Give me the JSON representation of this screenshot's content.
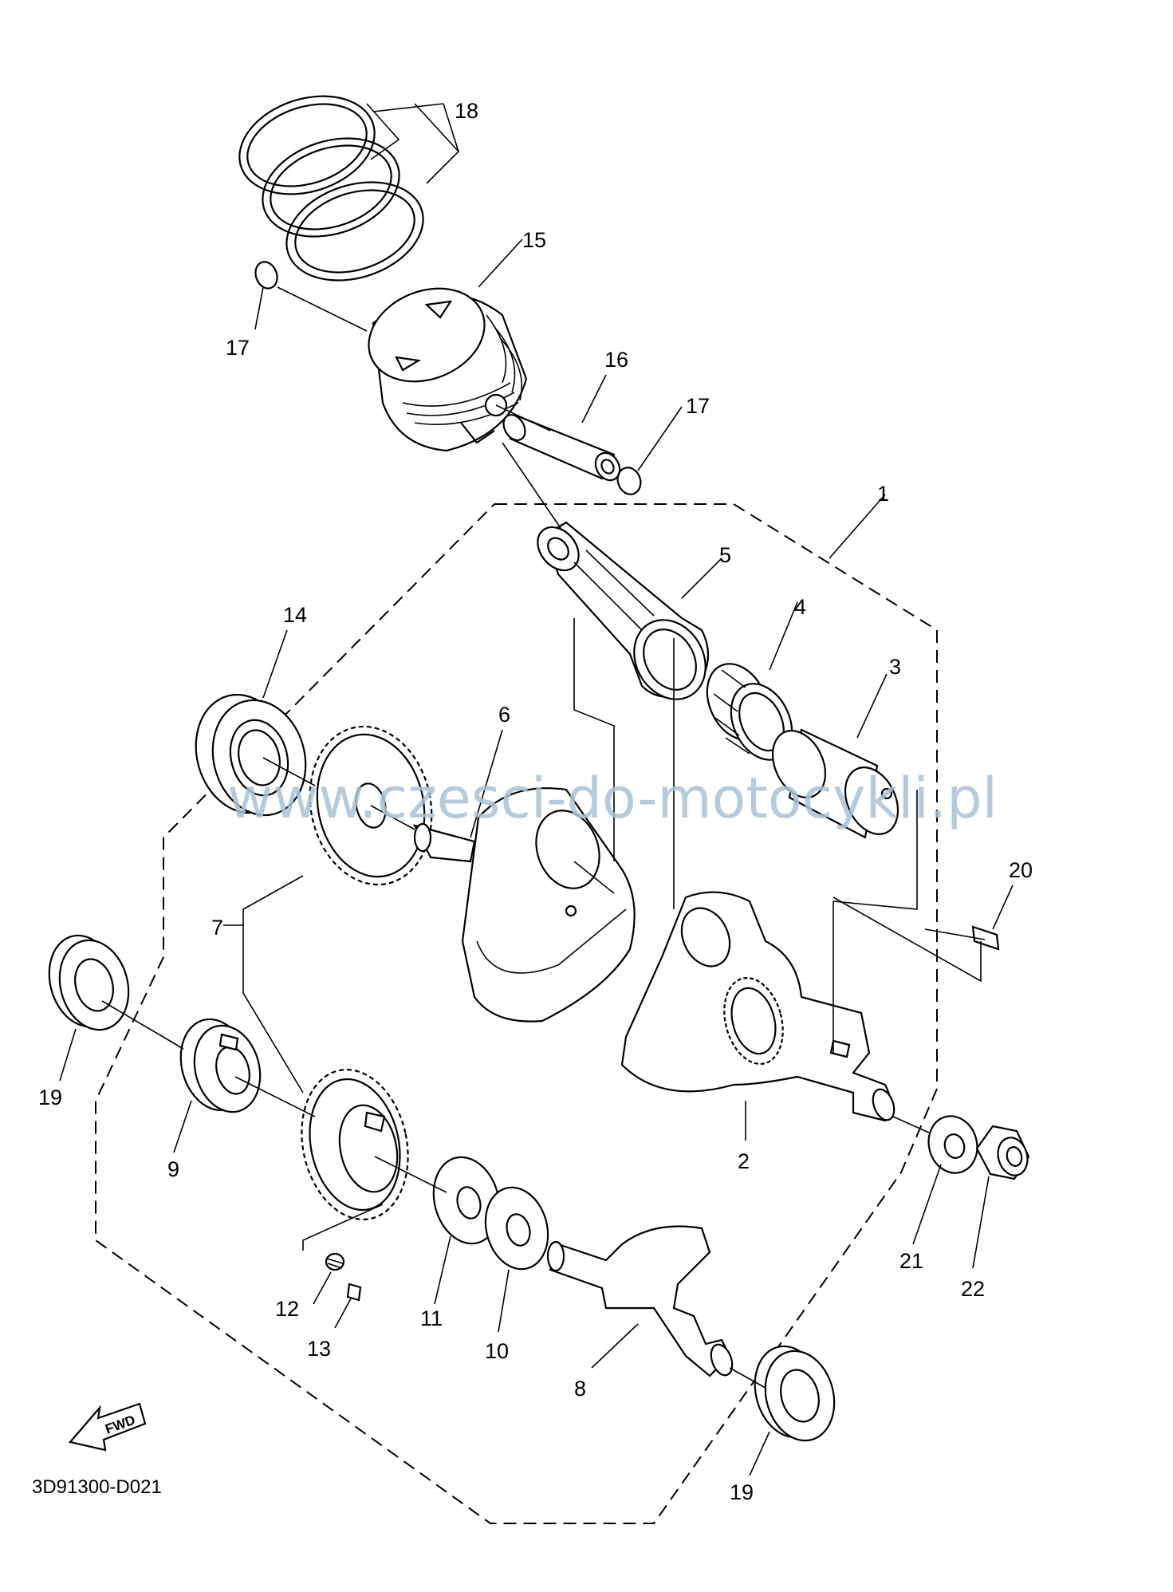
{
  "diagram": {
    "diagram_code": "3D91300-D021",
    "watermark": "www.czesci-do-motocykli.pl",
    "fwd_label": "FWD",
    "callouts": [
      {
        "id": "1",
        "text": "1"
      },
      {
        "id": "2",
        "text": "2"
      },
      {
        "id": "3",
        "text": "3"
      },
      {
        "id": "4",
        "text": "4"
      },
      {
        "id": "5",
        "text": "5"
      },
      {
        "id": "6",
        "text": "6"
      },
      {
        "id": "7",
        "text": "7"
      },
      {
        "id": "8",
        "text": "8"
      },
      {
        "id": "9",
        "text": "9"
      },
      {
        "id": "10",
        "text": "10"
      },
      {
        "id": "11",
        "text": "11"
      },
      {
        "id": "12",
        "text": "12"
      },
      {
        "id": "13",
        "text": "13"
      },
      {
        "id": "14",
        "text": "14"
      },
      {
        "id": "15",
        "text": "15"
      },
      {
        "id": "16",
        "text": "16"
      },
      {
        "id": "17a",
        "text": "17"
      },
      {
        "id": "17b",
        "text": "17"
      },
      {
        "id": "18",
        "text": "18"
      },
      {
        "id": "19a",
        "text": "19"
      },
      {
        "id": "19b",
        "text": "19"
      },
      {
        "id": "20",
        "text": "20"
      },
      {
        "id": "21",
        "text": "21"
      },
      {
        "id": "22",
        "text": "22"
      }
    ]
  }
}
